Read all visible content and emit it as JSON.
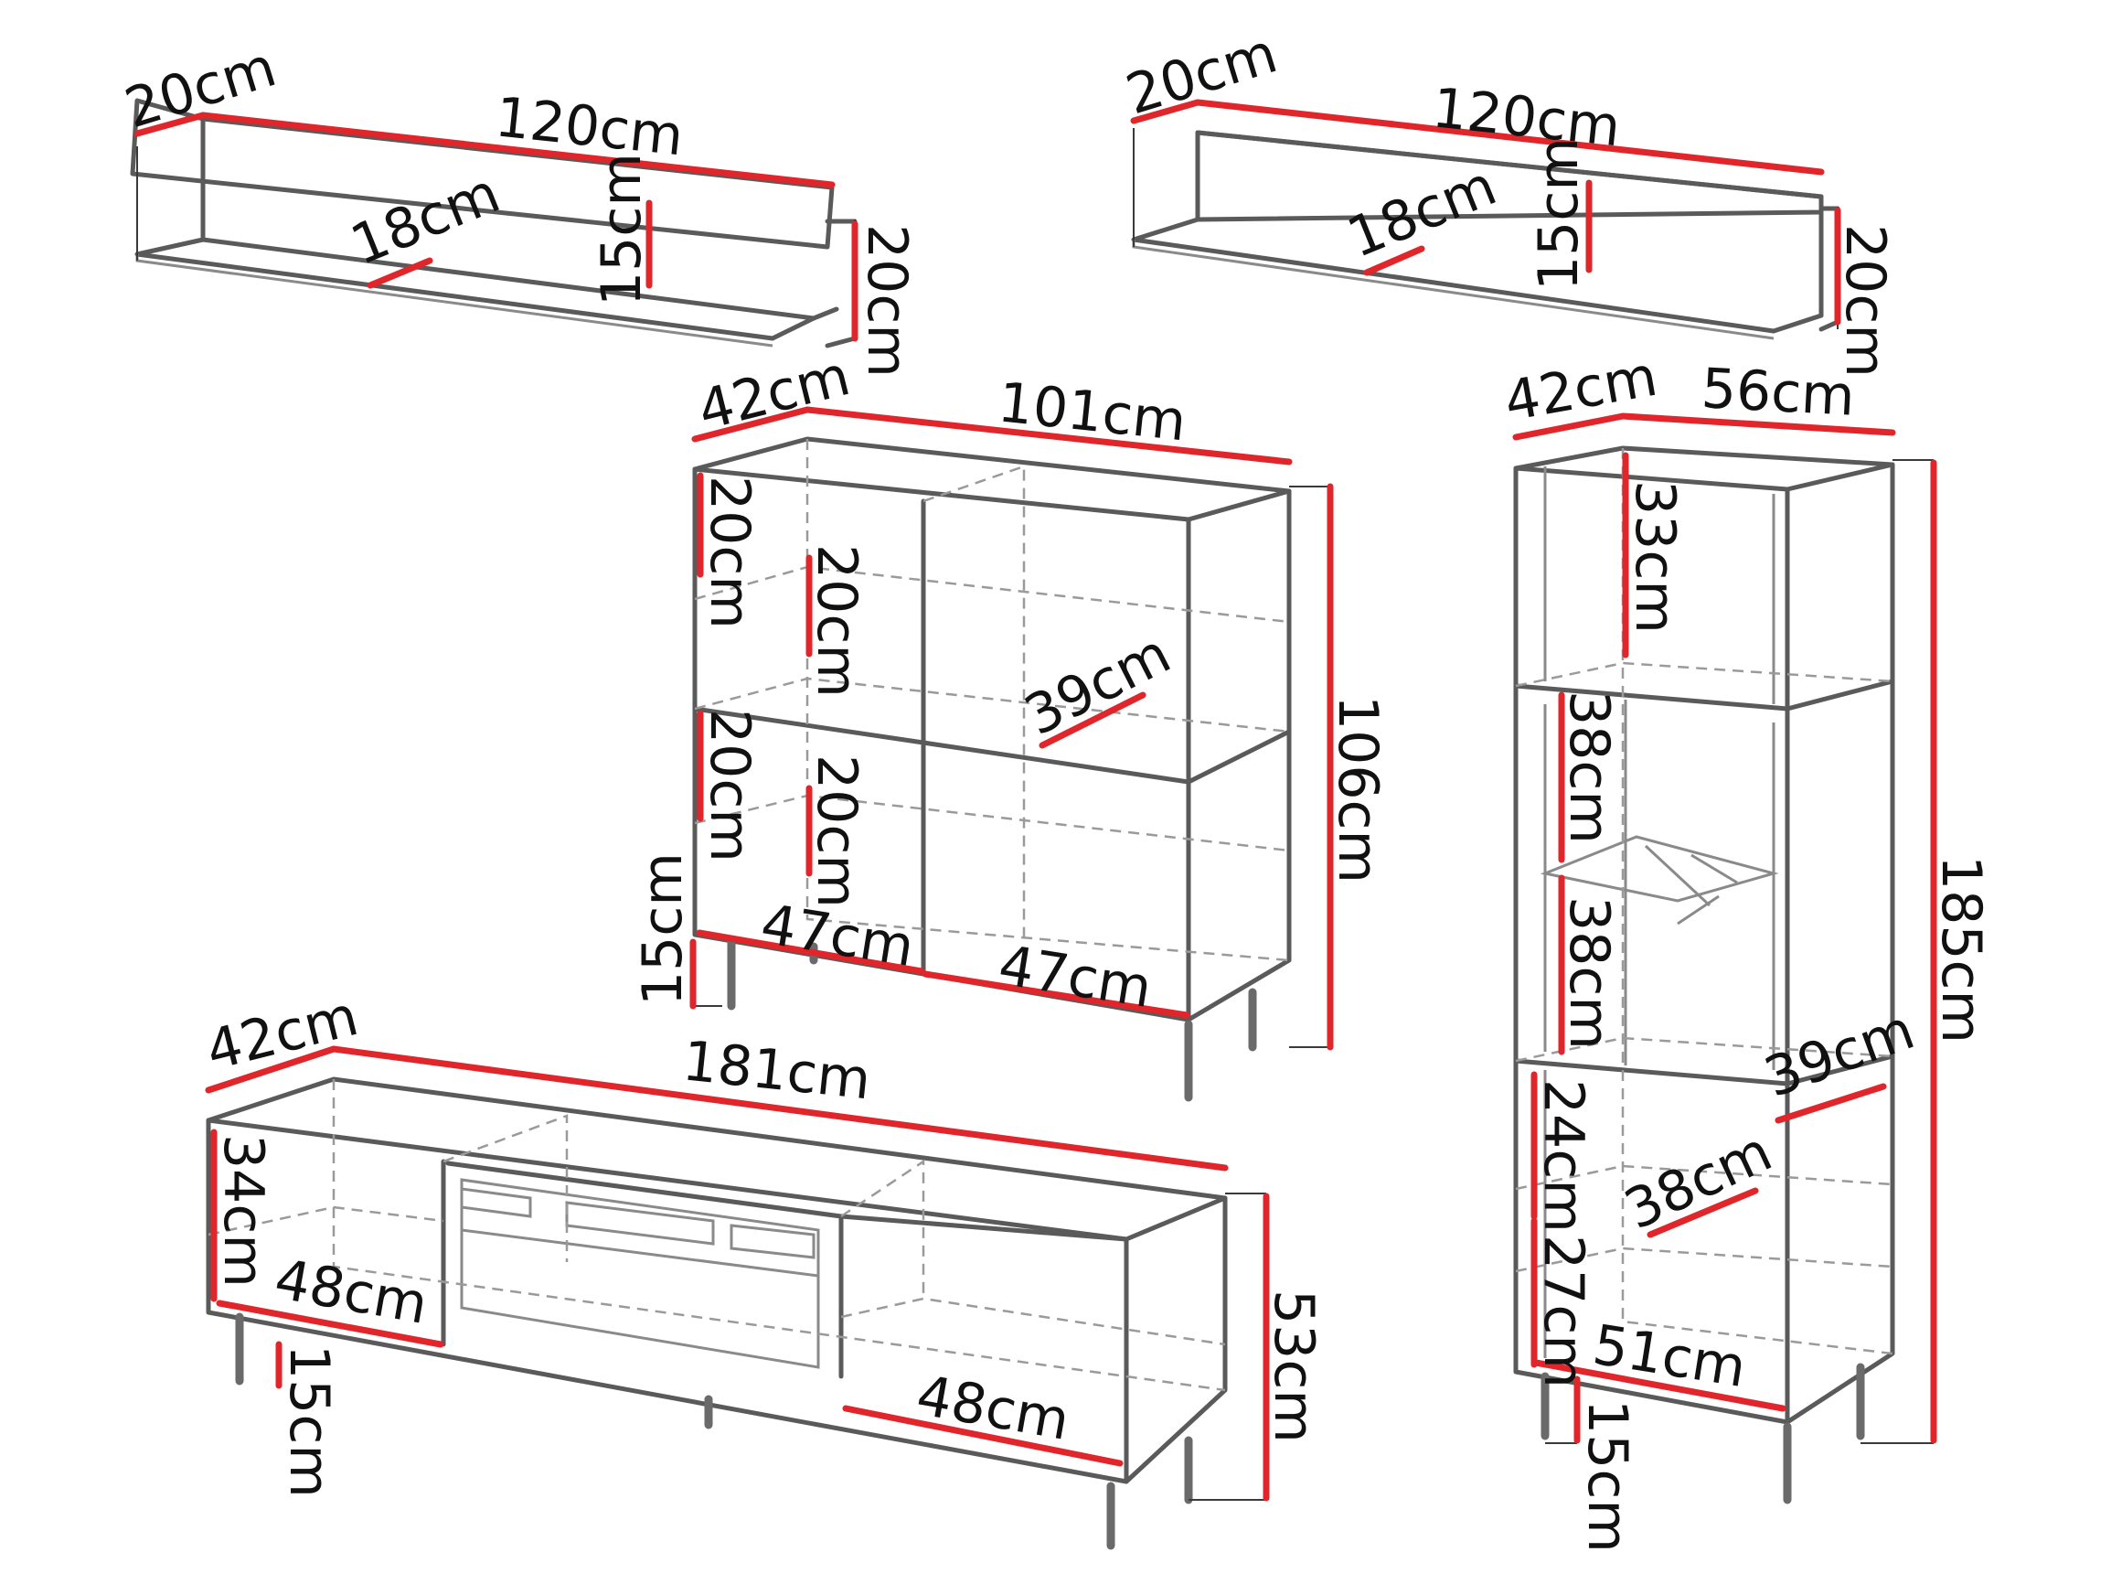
{
  "colors": {
    "dimension_line": "#e0262a",
    "outline": "#5a5a5a",
    "hidden_edge": "#9a9a9a",
    "text": "#111111"
  },
  "labels": {
    "shelf1_depth": "20cm",
    "shelf1_width": "120cm",
    "shelf1_inner_depth": "18cm",
    "shelf1_inner_height": "15cm",
    "shelf1_height": "20cm",
    "shelf2_depth": "20cm",
    "shelf2_width": "120cm",
    "shelf2_inner_depth": "18cm",
    "shelf2_inner_height": "15cm",
    "shelf2_height": "20cm",
    "cabinet_depth": "42cm",
    "cabinet_width": "101cm",
    "cabinet_height": "106cm",
    "cabinet_leg": "15cm",
    "cabinet_shelf_left_top": "20cm",
    "cabinet_shelf_mid_top": "20cm",
    "cabinet_shelf_left_bottom": "20cm",
    "cabinet_shelf_mid_bottom": "20cm",
    "cabinet_inner_depth": "39cm",
    "cabinet_compartment_left": "47cm",
    "cabinet_compartment_right": "47cm",
    "tall_depth": "42cm",
    "tall_width": "56cm",
    "tall_height": "185cm",
    "tall_top_compartment": "33cm",
    "tall_glass_upper": "38cm",
    "tall_glass_lower": "38cm",
    "tall_inner_depth": "39cm",
    "tall_shelf_upper": "24cm",
    "tall_shelf_lower": "27cm",
    "tall_shelf_depth": "38cm",
    "tall_inner_width": "51cm",
    "tall_leg": "15cm",
    "tv_depth": "42cm",
    "tv_width": "181cm",
    "tv_side_height": "34cm",
    "tv_compartment_left": "48cm",
    "tv_compartment_right": "48cm",
    "tv_leg": "15cm",
    "tv_height": "53cm"
  }
}
